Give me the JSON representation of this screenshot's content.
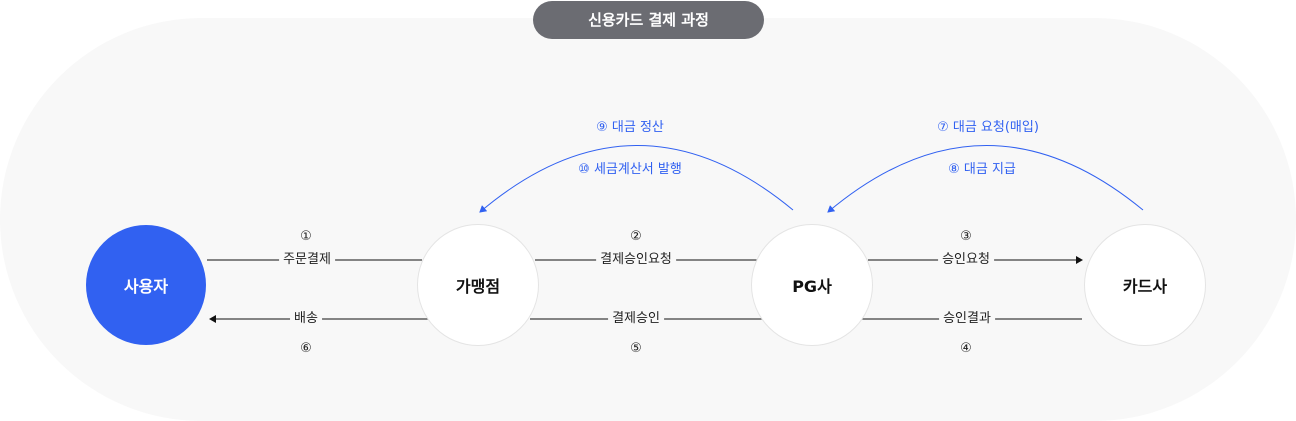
{
  "title": "신용카드 결제 과정",
  "nodes": {
    "user": "사용자",
    "merchant": "가맹점",
    "pg": "PG사",
    "card": "카드사"
  },
  "flows": {
    "order": {
      "num": "①",
      "label": "주문결제"
    },
    "delivery": {
      "num": "⑥",
      "label": "배송"
    },
    "payment_request": {
      "num": "②",
      "label": "결제승인요청"
    },
    "payment_approval": {
      "num": "⑤",
      "label": "결제승인"
    },
    "approval_request": {
      "num": "③",
      "label": "승인요청"
    },
    "approval_result": {
      "num": "④",
      "label": "승인결과"
    }
  },
  "settlements": {
    "settle": "⑨ 대금 정산",
    "tax_invoice": "⑩ 세금계산서 발행",
    "purchase_request": "⑦ 대금 요청(매입)",
    "payment": "⑧ 대금 지급"
  },
  "colors": {
    "accent": "#3161f1",
    "title_bg": "#6b6c72",
    "background": "#f8f8f8"
  }
}
